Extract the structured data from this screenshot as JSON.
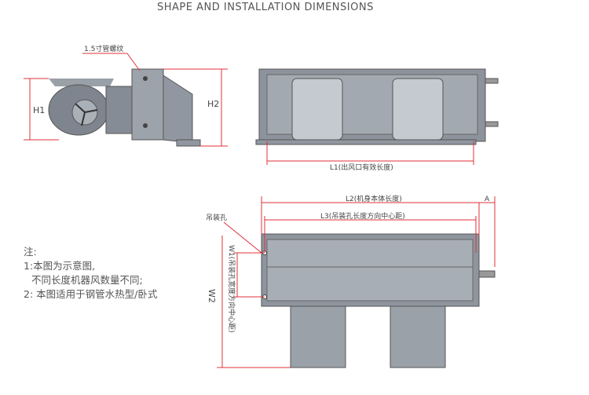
{
  "title": "SHAPE AND INSTALLATION DIMENSIONS",
  "labels": {
    "pipe_thread": "1.5寸管螺纹",
    "h1": "H1",
    "h2": "H2",
    "l1": "L1(出风口有效长度)",
    "l2": "L2(机身本体长度)",
    "a": "A",
    "l3": "L3(吊装孔长度方向中心距)",
    "hanging_hole": "吊装孔",
    "w1": "W1(吊装孔宽度方向中心距)",
    "w2": "W2"
  },
  "notes": {
    "heading": "注:",
    "line1": "1:本图为示意图,",
    "line1b": "不同长度机器风数量不同;",
    "line2": "2:  本图适用于钢管水热型/卧式"
  },
  "colors": {
    "dimension": "#e0303a",
    "body": "#8a8f99",
    "dark": "#5a5f68"
  }
}
